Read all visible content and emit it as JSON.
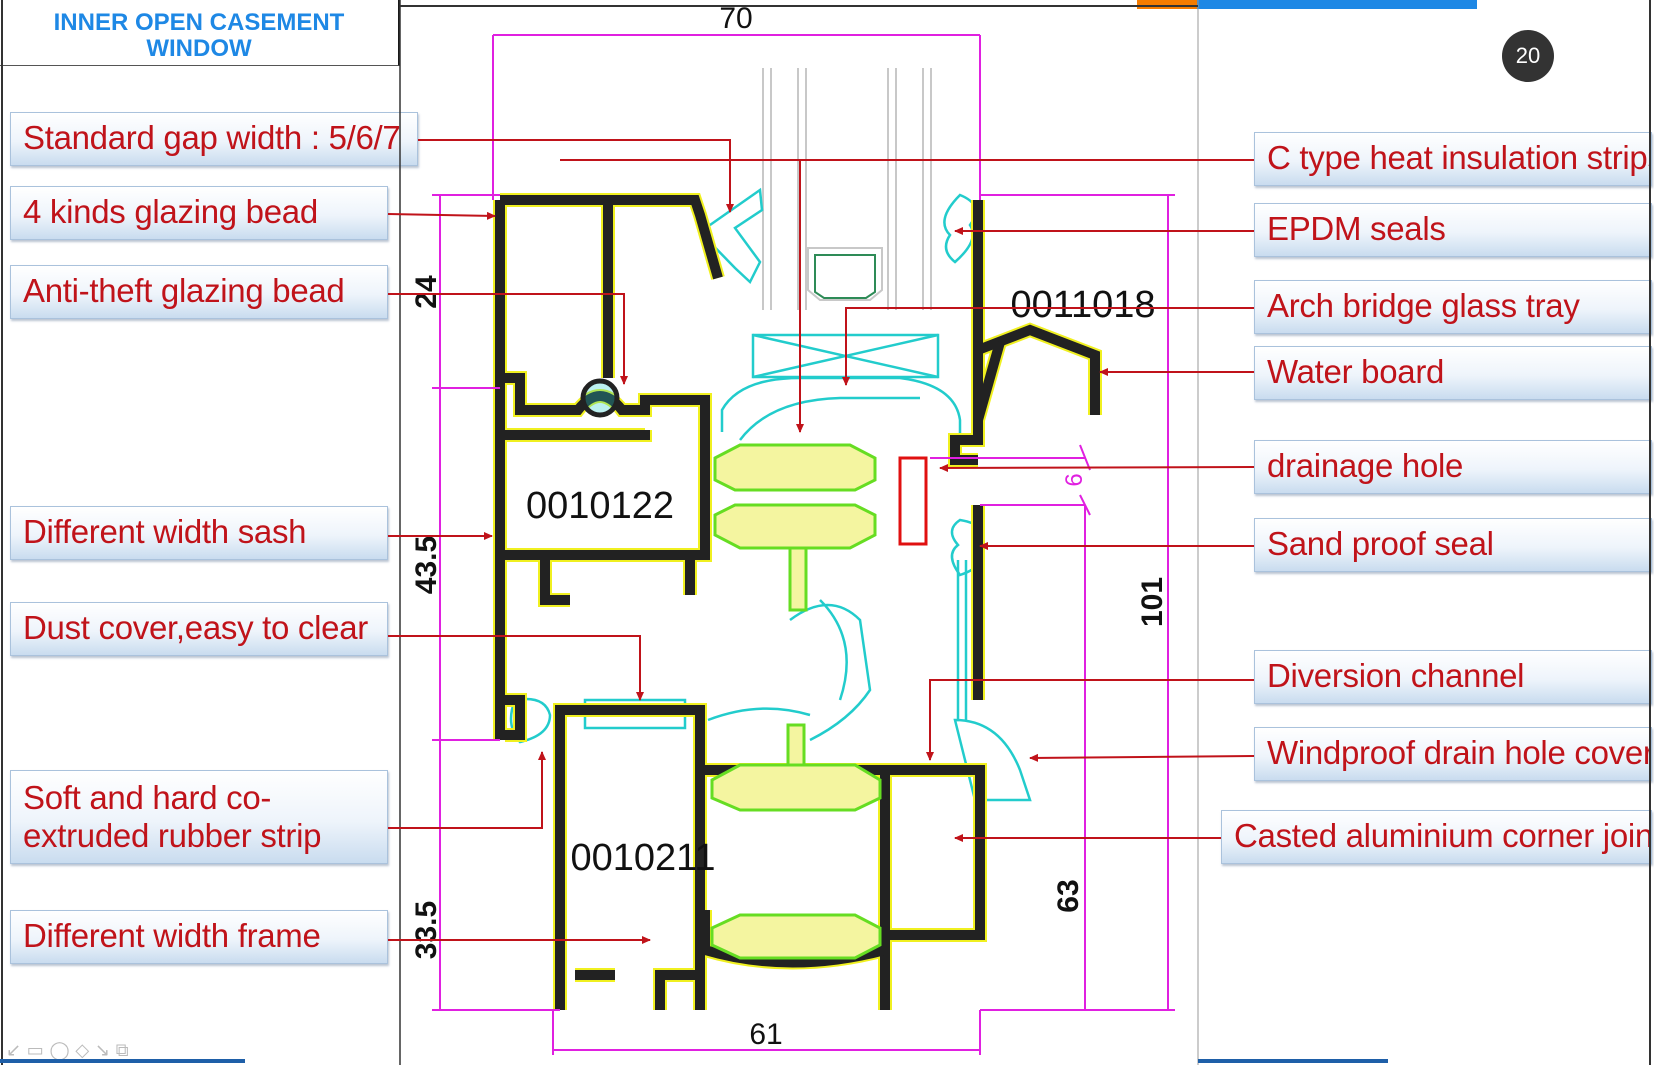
{
  "title": "INNER OPEN CASEMENT WINDOW",
  "page_number": "20",
  "left_labels": [
    "Standard gap width : 5/6/7",
    "4 kinds glazing bead",
    "Anti-theft glazing bead",
    "Different width sash",
    "Dust cover,easy to clear",
    "Soft and hard co-extruded rubber strip",
    "Different width frame"
  ],
  "right_labels": [
    "C type heat insulation strips",
    "EPDM seals",
    "Arch bridge glass tray",
    "Water board",
    "drainage hole",
    "Sand proof seal",
    "Diversion channel",
    "Windproof drain hole cover",
    "Casted aluminium corner joint"
  ],
  "profile_codes": {
    "sash": "0010122",
    "frame": "0010211",
    "bead": "0011018"
  },
  "dimensions": {
    "top_width": "70",
    "bottom_width": "61",
    "left_upper": "24",
    "left_middle": "43.5",
    "left_lower": "33.5",
    "right_total": "101",
    "right_lower": "63",
    "gap": "6"
  },
  "colors": {
    "label_text": "#c0131a",
    "title_text": "#1e88e5",
    "dimension": "#e020e0",
    "profile_fill": "#222222",
    "profile_outline": "#f0f020",
    "insulation_fill": "#f4f5a0",
    "insulation_outline": "#66dd22",
    "gasket": "#22cccc",
    "leader": "#c0131a",
    "highlight": "#e01010"
  }
}
